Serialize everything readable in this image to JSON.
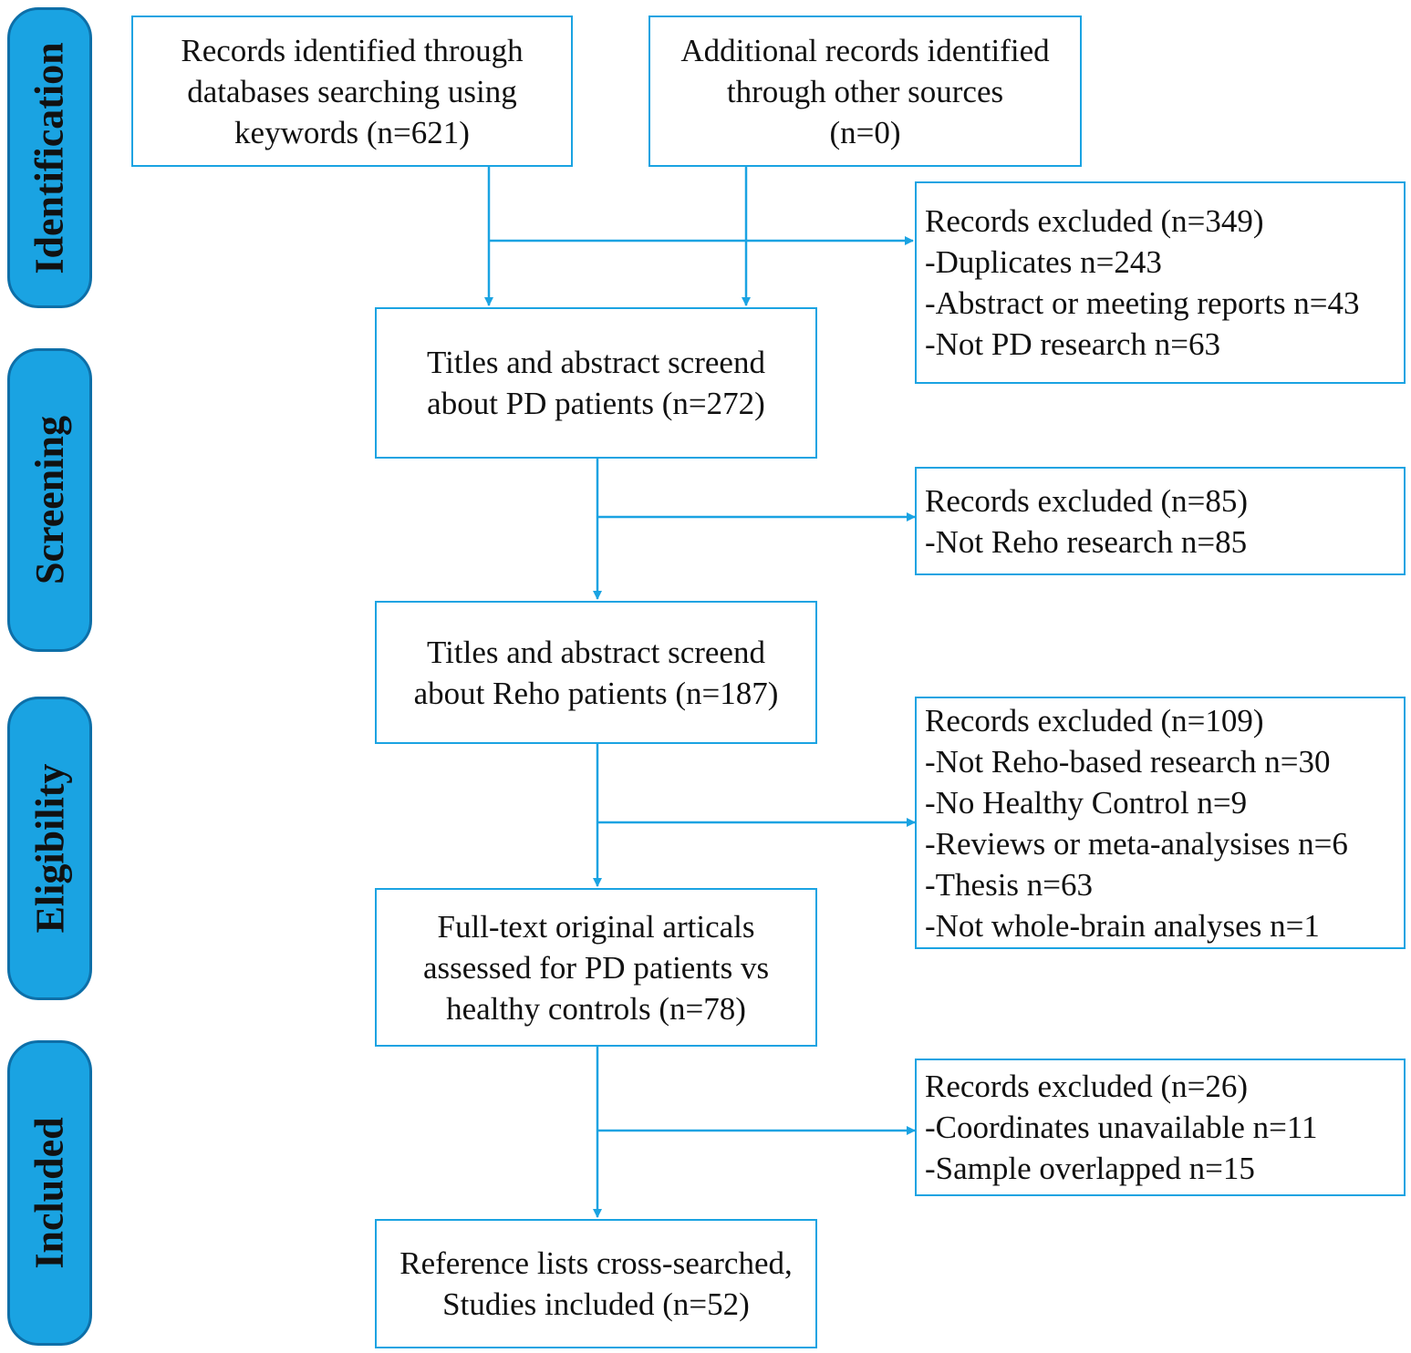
{
  "colors": {
    "accent": "#1aa3e2",
    "stage_border": "#0d6fa8",
    "text": "#111111"
  },
  "stages": [
    {
      "id": "identification",
      "label": "Identification"
    },
    {
      "id": "screening",
      "label": "Screening"
    },
    {
      "id": "eligibility",
      "label": "Eligibility"
    },
    {
      "id": "included",
      "label": "Included"
    }
  ],
  "boxes": {
    "records_databases": [
      "Records identified through",
      "databases searching using",
      "keywords (n=621)"
    ],
    "records_other": [
      "Additional records identified",
      "through other sources",
      "(n=0)"
    ],
    "screen_pd": [
      "Titles and abstract screend",
      "about PD patients (n=272)"
    ],
    "screen_reho": [
      "Titles and abstract screend",
      "about Reho patients (n=187)"
    ],
    "fulltext": [
      "Full-text original articals",
      "assessed for PD patients vs",
      "healthy controls (n=78)"
    ],
    "included": [
      "Reference lists cross-searched,",
      "Studies included  (n=52)"
    ],
    "excluded_1": [
      "Records excluded (n=349)",
      "-Duplicates n=243",
      "-Abstract or meeting reports n=43",
      "-Not PD research n=63"
    ],
    "excluded_2": [
      "Records excluded  (n=85)",
      "-Not Reho research n=85"
    ],
    "excluded_3": [
      "Records excluded  (n=109)",
      "-Not Reho-based research n=30",
      "-No Healthy Control n=9",
      "-Reviews or meta-analysises n=6",
      "-Thesis n=63",
      "-Not whole-brain analyses n=1"
    ],
    "excluded_4": [
      "Records excluded (n=26)",
      "-Coordinates unavailable  n=11",
      "-Sample overlapped n=15"
    ]
  }
}
